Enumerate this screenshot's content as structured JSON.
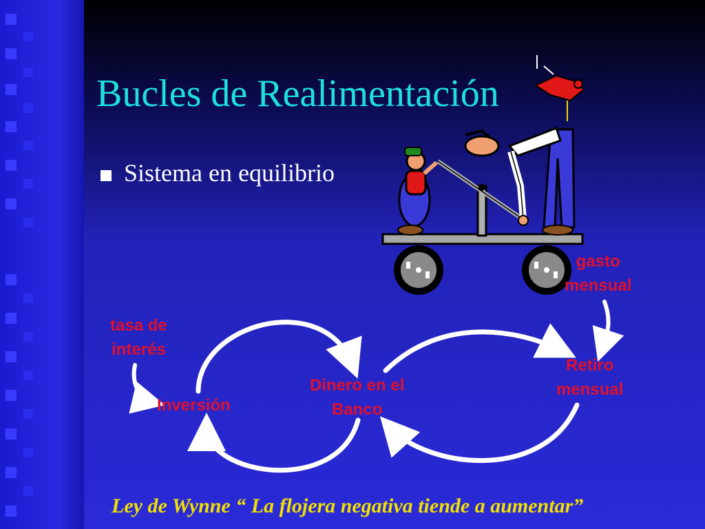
{
  "slide": {
    "title": "Bucles de Realimentación",
    "bullet": "Sistema en equilibrio",
    "footer": "Ley de Wynne “ La flojera negativa tiende a aumentar”"
  },
  "diagram": {
    "tasa": [
      "tasa de",
      "interés"
    ],
    "inversion": "Inversión",
    "dinero": [
      "Dinero en el",
      "Banco"
    ],
    "retiro": [
      "Retiro",
      "mensual"
    ],
    "gasto": [
      "gasto",
      "mensual"
    ]
  },
  "colors": {
    "title": "#1ee0e0",
    "label": "#e0102c",
    "footer": "#f0e000",
    "arrows": "#ffffff"
  },
  "illustration": "handcar-cartoon"
}
